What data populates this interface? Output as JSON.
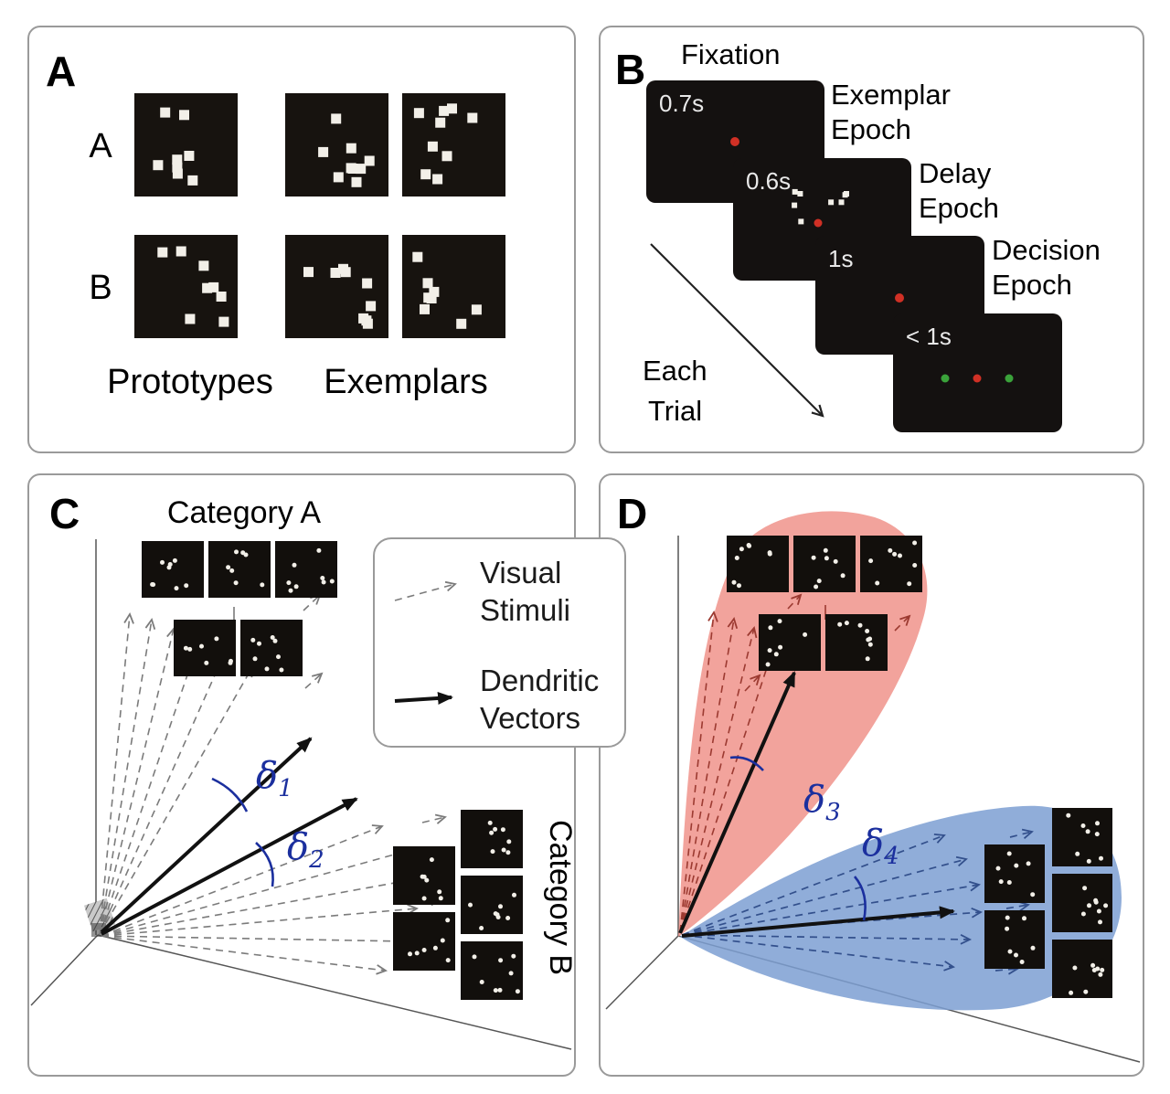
{
  "colors": {
    "delta_blue": "#1b2f9e",
    "fixation_red": "#d03025",
    "go_green": "#3aa23a",
    "category_a_cone": "#f0938b",
    "category_b_cone": "#7d9fd2"
  },
  "panel_a": {
    "label": "A",
    "row_labels": [
      "A",
      "B"
    ],
    "captions": [
      "Prototypes",
      "Exemplars"
    ]
  },
  "panel_b": {
    "label": "B",
    "fixation_label": "Fixation",
    "screens": [
      {
        "time": "0.7s"
      },
      {
        "time": "0.6s"
      },
      {
        "time": "1s"
      },
      {
        "time": "< 1s"
      }
    ],
    "epochs": [
      [
        "Exemplar",
        "Epoch"
      ],
      [
        "Delay",
        "Epoch"
      ],
      [
        "Decision",
        "Epoch"
      ]
    ],
    "trial": [
      "Each",
      "Trial"
    ]
  },
  "panel_c": {
    "label": "C",
    "category_a": "Category A",
    "category_b": "Category B",
    "legend": {
      "visual": [
        "Visual",
        "Stimuli"
      ],
      "dendritic": [
        "Dendritic",
        "Vectors"
      ]
    },
    "delta1": {
      "sym": "δ",
      "sub": "1"
    },
    "delta2": {
      "sym": "δ",
      "sub": "2"
    }
  },
  "panel_d": {
    "label": "D",
    "delta3": {
      "sym": "δ",
      "sub": "3"
    },
    "delta4": {
      "sym": "δ",
      "sub": "4"
    }
  },
  "dot_patterns": {
    "a0": {
      "seed": 101,
      "n": 8
    },
    "a1": {
      "seed": 102,
      "n": 9
    },
    "a2": {
      "seed": 103,
      "n": 9
    },
    "a3": {
      "seed": 104,
      "n": 8
    },
    "a4": {
      "seed": 105,
      "n": 9
    },
    "a5": {
      "seed": 106,
      "n": 8
    },
    "b0": {
      "seed": 107,
      "n": 8
    },
    "c0": {
      "seed": 108,
      "n": 8
    },
    "c1": {
      "seed": 109,
      "n": 7
    },
    "c2": {
      "seed": 110,
      "n": 8
    },
    "c3": {
      "seed": 111,
      "n": 7
    },
    "c4": {
      "seed": 112,
      "n": 8
    },
    "c5": {
      "seed": 113,
      "n": 8
    },
    "c6": {
      "seed": 114,
      "n": 7
    },
    "c7": {
      "seed": 115,
      "n": 8
    },
    "c8": {
      "seed": 116,
      "n": 7
    },
    "c9": {
      "seed": 117,
      "n": 8
    },
    "d0": {
      "seed": 118,
      "n": 8
    },
    "d1": {
      "seed": 119,
      "n": 7
    },
    "d2": {
      "seed": 120,
      "n": 8
    },
    "d3": {
      "seed": 121,
      "n": 7
    },
    "d4": {
      "seed": 122,
      "n": 8
    },
    "d5": {
      "seed": 123,
      "n": 8
    },
    "d6": {
      "seed": 124,
      "n": 7
    },
    "d7": {
      "seed": 125,
      "n": 8
    },
    "d8": {
      "seed": 126,
      "n": 7
    },
    "d9": {
      "seed": 127,
      "n": 8
    }
  }
}
